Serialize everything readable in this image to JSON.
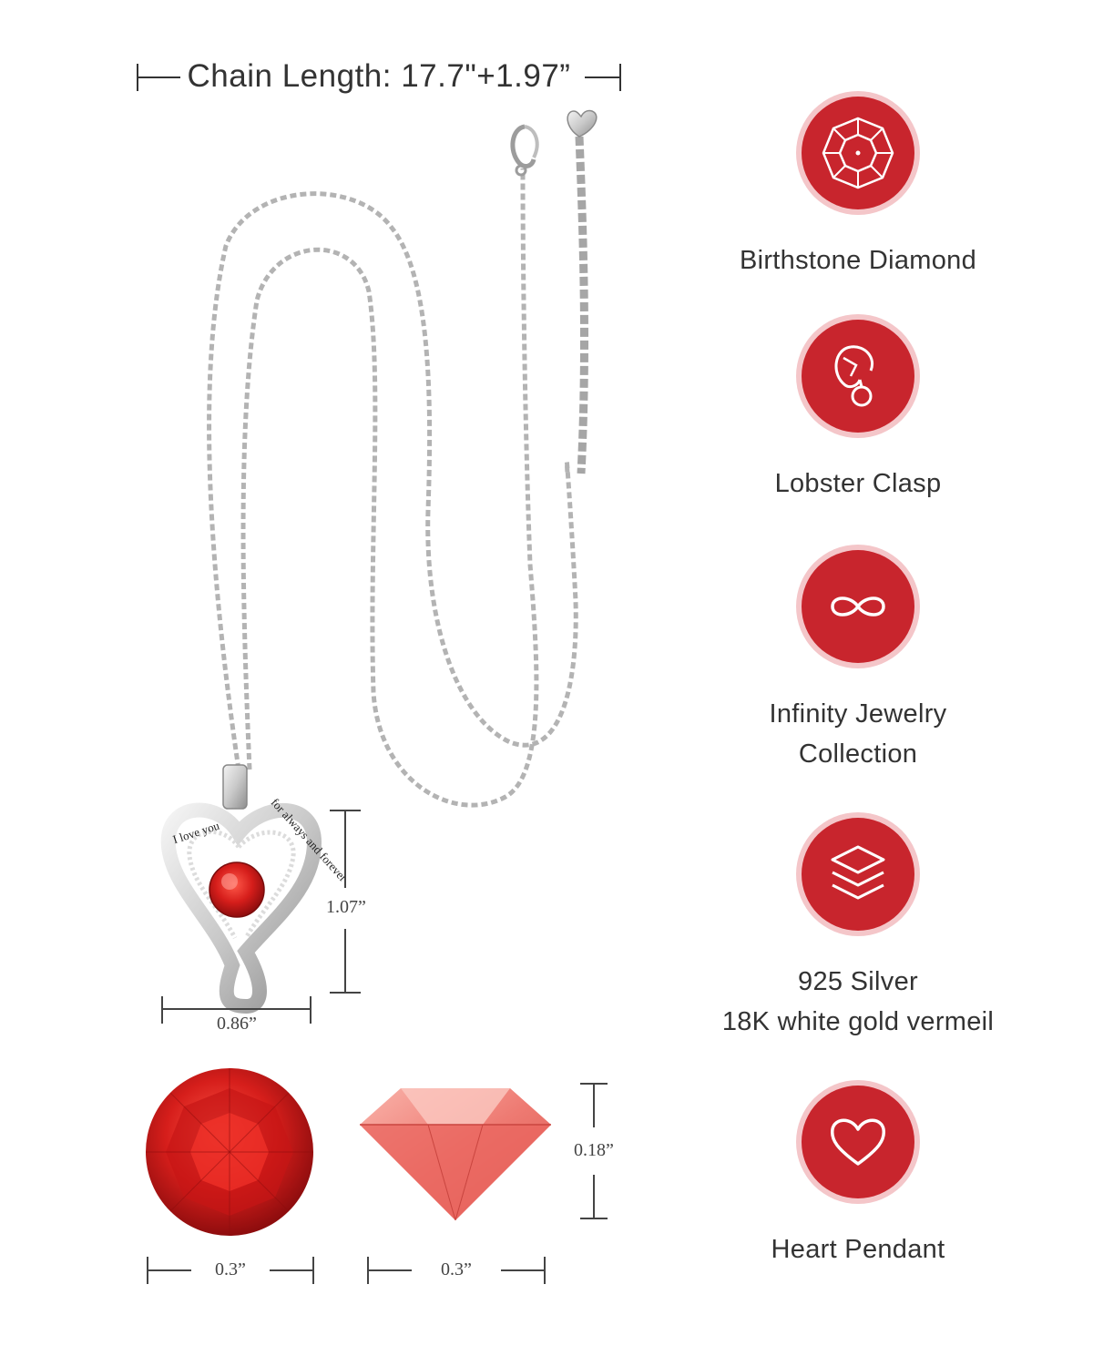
{
  "chain_length": "Chain Length: 17.7\"+1.97”",
  "pendant": {
    "engraving_left": "I love you",
    "engraving_right": "for always and forever",
    "height_label": "1.07”",
    "width_label": "0.86”"
  },
  "gemstone": {
    "top_width_label": "0.3”",
    "side_width_label": "0.3”",
    "side_height_label": "0.18”"
  },
  "features": [
    {
      "icon": "gem-icon",
      "lines": [
        "Birthstone Diamond"
      ]
    },
    {
      "icon": "lobster-clasp-icon",
      "lines": [
        "Lobster Clasp"
      ]
    },
    {
      "icon": "infinity-icon",
      "lines": [
        "Infinity Jewelry",
        "Collection"
      ]
    },
    {
      "icon": "layers-icon",
      "lines": [
        "925 Silver",
        "18K white gold vermeil"
      ]
    },
    {
      "icon": "heart-icon",
      "lines": [
        "Heart Pendant"
      ]
    }
  ],
  "colors": {
    "accent": "#c8252d",
    "ring": "#f4c6c9",
    "gem": "#d4201f",
    "gem_side": "#f2877f"
  }
}
